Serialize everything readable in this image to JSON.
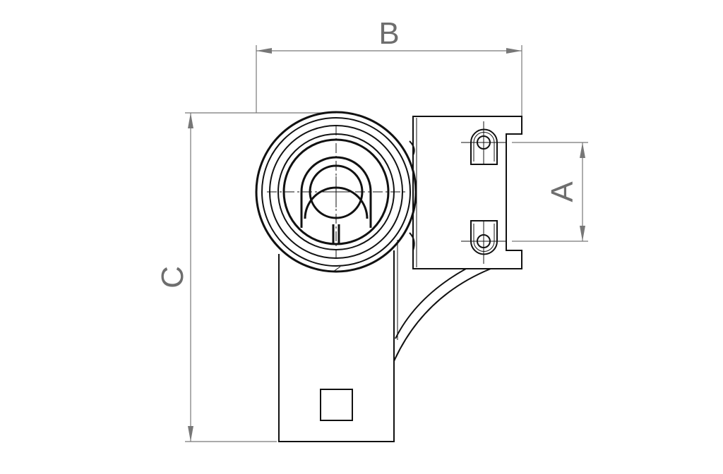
{
  "drawing": {
    "dimensions": {
      "a": {
        "label": "A"
      },
      "b": {
        "label": "B"
      },
      "c": {
        "label": "C"
      }
    },
    "colors": {
      "line": "#111111",
      "dimension": "#777777"
    }
  }
}
